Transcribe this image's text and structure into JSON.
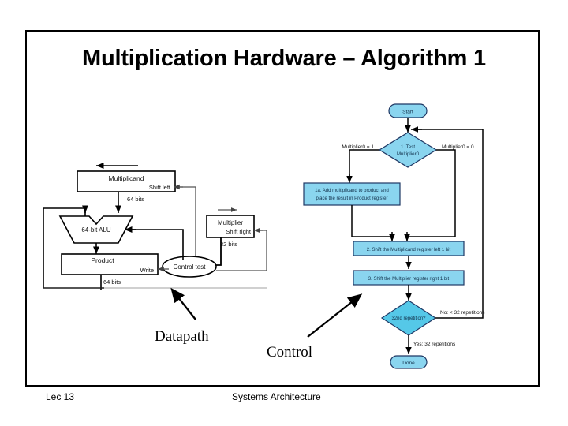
{
  "slide": {
    "title": "Multiplication Hardware – Algorithm 1",
    "captions": {
      "datapath": "Datapath",
      "control": "Control"
    },
    "footer": {
      "left": "Lec 13",
      "center": "Systems Architecture"
    }
  },
  "colors": {
    "flow_fill": "#8ad5ef",
    "flow_stroke": "#1f3864",
    "flow_text": "#12304a",
    "line": "#000000",
    "frame": "#000000"
  },
  "datapath": {
    "blocks": {
      "multiplicand": "Multiplicand",
      "multiplicand_shift": "Shift left",
      "multiplicand_bits": "64 bits",
      "alu": "64-bit ALU",
      "product": "Product",
      "product_write": "Write",
      "product_bits": "64 bits",
      "multiplier": "Multiplier",
      "multiplier_shift": "Shift right",
      "multiplier_bits": "32 bits",
      "control": "Control test"
    }
  },
  "flowchart": {
    "start": "Start",
    "test_line1": "1. Test",
    "test_line2": "Multiplier0",
    "branch_left": "Multiplier0 = 1",
    "branch_right": "Multiplier0 = 0",
    "step1a_line1": "1a. Add multiplicand to product and",
    "step1a_line2": "place the result in Product register",
    "step2": "2. Shift the Multiplicand register left 1 bit",
    "step3": "3. Shift the Multiplier register right 1 bit",
    "repetition": "32nd repetition?",
    "rep_no": "No: < 32 repetitions",
    "rep_yes": "Yes: 32 repetitions",
    "done": "Done"
  }
}
